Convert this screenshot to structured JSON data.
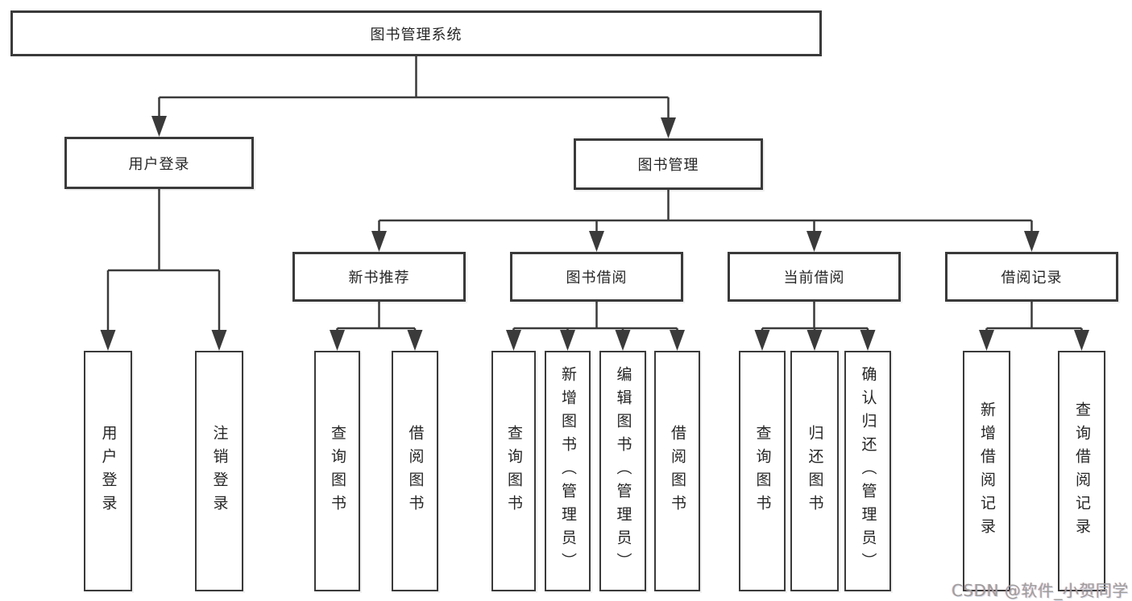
{
  "colors": {
    "line": "#3a3a3a",
    "border": "#3a3a3a",
    "text": "#262626",
    "background": "#ffffff",
    "watermark": "#9e9e9e"
  },
  "watermark": "CSDN @软件_小贺同学",
  "tree": {
    "root": {
      "label": "图书管理系统"
    },
    "level2": [
      {
        "label": "用户登录"
      },
      {
        "label": "图书管理"
      }
    ],
    "level3": [
      {
        "label": "新书推荐"
      },
      {
        "label": "图书借阅"
      },
      {
        "label": "当前借阅"
      },
      {
        "label": "借阅记录"
      }
    ],
    "leaves": {
      "user_login_group": [
        {
          "label": "用户登录"
        },
        {
          "label": "注销登录"
        }
      ],
      "new_book_group": [
        {
          "label": "查询图书"
        },
        {
          "label": "借阅图书"
        }
      ],
      "borrow_group": [
        {
          "label": "查询图书"
        },
        {
          "label": "新增图书（管理员）"
        },
        {
          "label": "编辑图书（管理员）"
        },
        {
          "label": "借阅图书"
        }
      ],
      "current_group": [
        {
          "label": "查询图书"
        },
        {
          "label": "归还图书"
        },
        {
          "label": "确认归还（管理员）"
        }
      ],
      "record_group": [
        {
          "label": "新增借阅记录"
        },
        {
          "label": "查询借阅记录"
        }
      ]
    }
  }
}
